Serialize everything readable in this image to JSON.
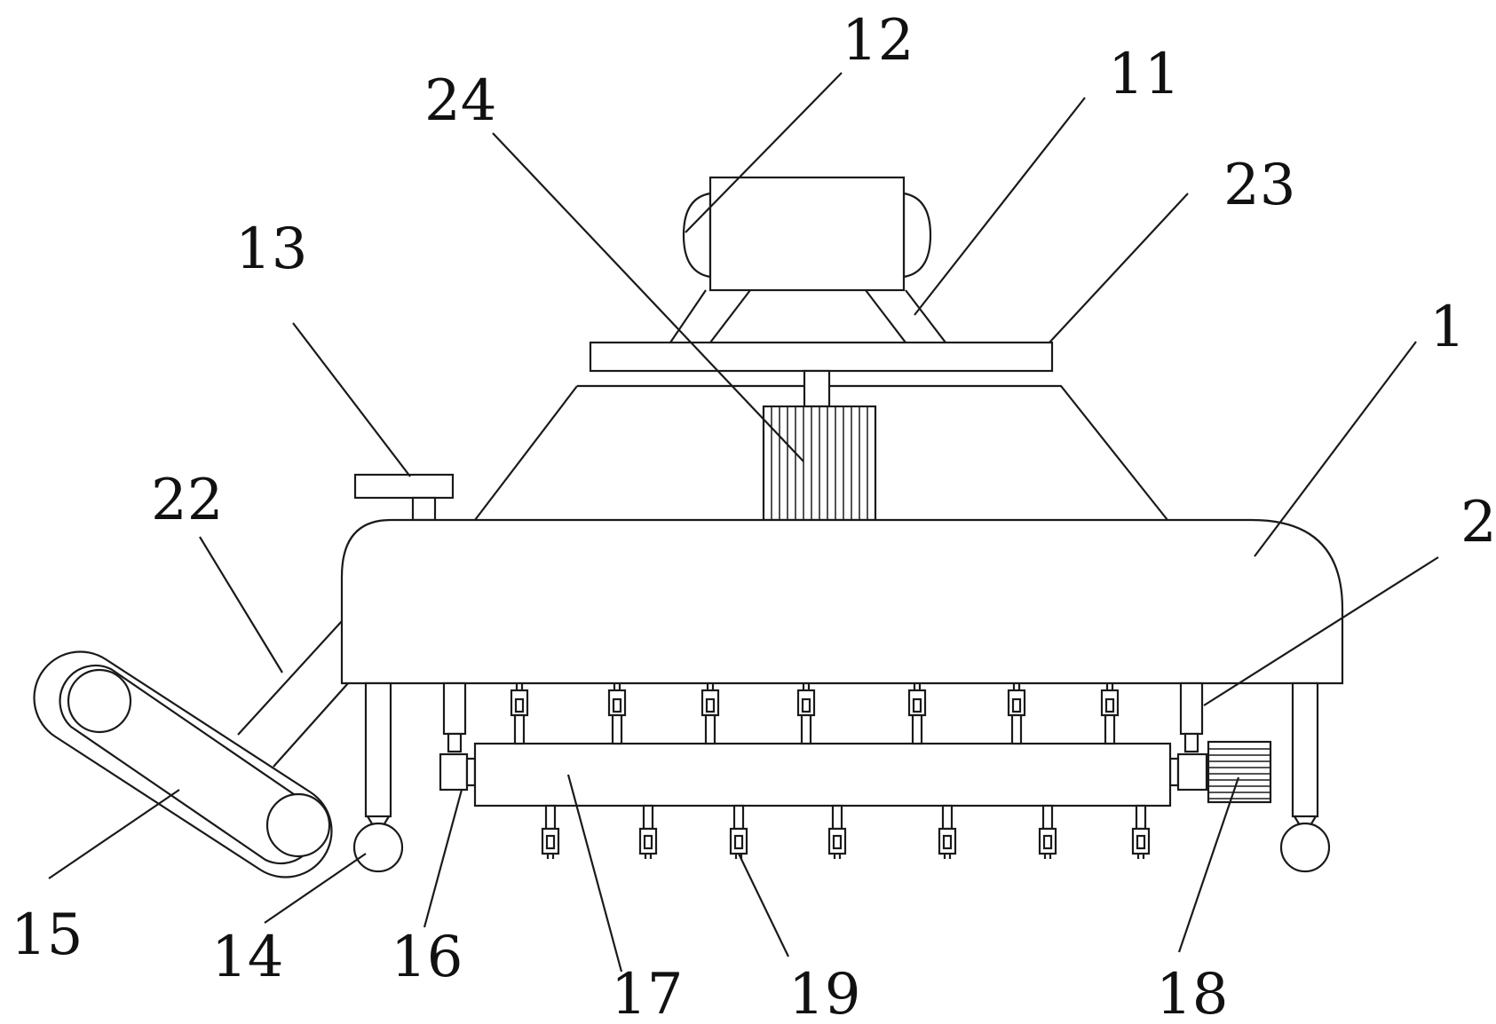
{
  "diagram": {
    "labels": [
      {
        "id": "1",
        "text": "1"
      },
      {
        "id": "2",
        "text": "2"
      },
      {
        "id": "11",
        "text": "11"
      },
      {
        "id": "12",
        "text": "12"
      },
      {
        "id": "13",
        "text": "13"
      },
      {
        "id": "14",
        "text": "14"
      },
      {
        "id": "15",
        "text": "15"
      },
      {
        "id": "16",
        "text": "16"
      },
      {
        "id": "17",
        "text": "17"
      },
      {
        "id": "18",
        "text": "18"
      },
      {
        "id": "19",
        "text": "19"
      },
      {
        "id": "22",
        "text": "22"
      },
      {
        "id": "23",
        "text": "23"
      },
      {
        "id": "24",
        "text": "24"
      }
    ],
    "colors": {
      "stroke": "#1a1a1a",
      "background": "#ffffff"
    }
  }
}
